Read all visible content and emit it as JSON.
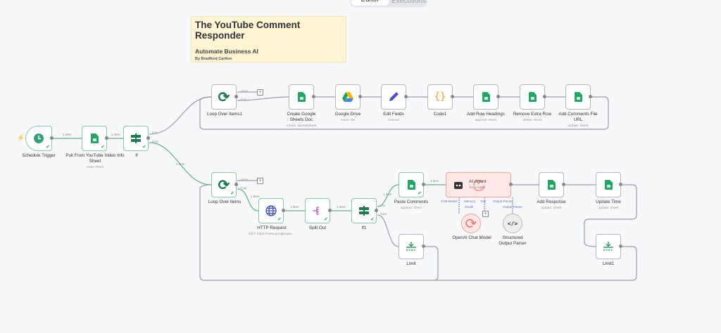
{
  "tabs": [
    "Editor",
    "Executions"
  ],
  "sticky": {
    "title": "The YouTube Comment Responder",
    "subtitle": "Automate Business AI",
    "author": "By Bradford Carlton"
  },
  "edge_label": "1 item",
  "ports": {
    "done": "done",
    "loop": "loop",
    "true": "true",
    "false": "false"
  },
  "ai_ports": [
    "Chat Model",
    "Memory",
    "Tool",
    "Output Parser"
  ],
  "ai_subports": [
    "Model",
    "Output Parser"
  ],
  "nodes": {
    "schedule": {
      "name": "Schedule Trigger"
    },
    "pull": {
      "name": "Pull From YouTube Video Info Sheet",
      "sub": "read: sheet"
    },
    "if": {
      "name": "If"
    },
    "loop1": {
      "name": "Loop Over Items1"
    },
    "create": {
      "name": "Create Google Sheets Doc",
      "sub": "create: spreadsheet"
    },
    "drive": {
      "name": "Google Drive",
      "sub": "move: file"
    },
    "edit": {
      "name": "Edit Fields",
      "sub": "manual"
    },
    "code": {
      "name": "Code1"
    },
    "headings": {
      "name": "Add Row Headings",
      "sub": "append: sheet"
    },
    "remove": {
      "name": "Remove Extra Row",
      "sub": "delete: sheet"
    },
    "url": {
      "name": "Add Comments File URL",
      "sub": "update: sheet"
    },
    "loop": {
      "name": "Loop Over Items"
    },
    "http": {
      "name": "HTTP Request",
      "sub": "GET: https://www.googleapis...."
    },
    "split": {
      "name": "Split Out"
    },
    "if1": {
      "name": "If1"
    },
    "paste": {
      "name": "Paste Comments",
      "sub": "append: sheet"
    },
    "agent": {
      "name": "AI Agent",
      "sub": "Tools Agent"
    },
    "openai": {
      "name": "OpenAI Chat Model"
    },
    "parser": {
      "name": "Structured Output Parser"
    },
    "response": {
      "name": "Add Response",
      "sub": "update: sheet"
    },
    "time": {
      "name": "Update Time",
      "sub": "update: sheet"
    },
    "limit": {
      "name": "Limit"
    },
    "limit1": {
      "name": "Limit1"
    }
  },
  "colors": {
    "success": "#2d9e6b",
    "sheets": "#23a566",
    "error": "#f2726b",
    "agent_bg": "#fde8e6"
  }
}
